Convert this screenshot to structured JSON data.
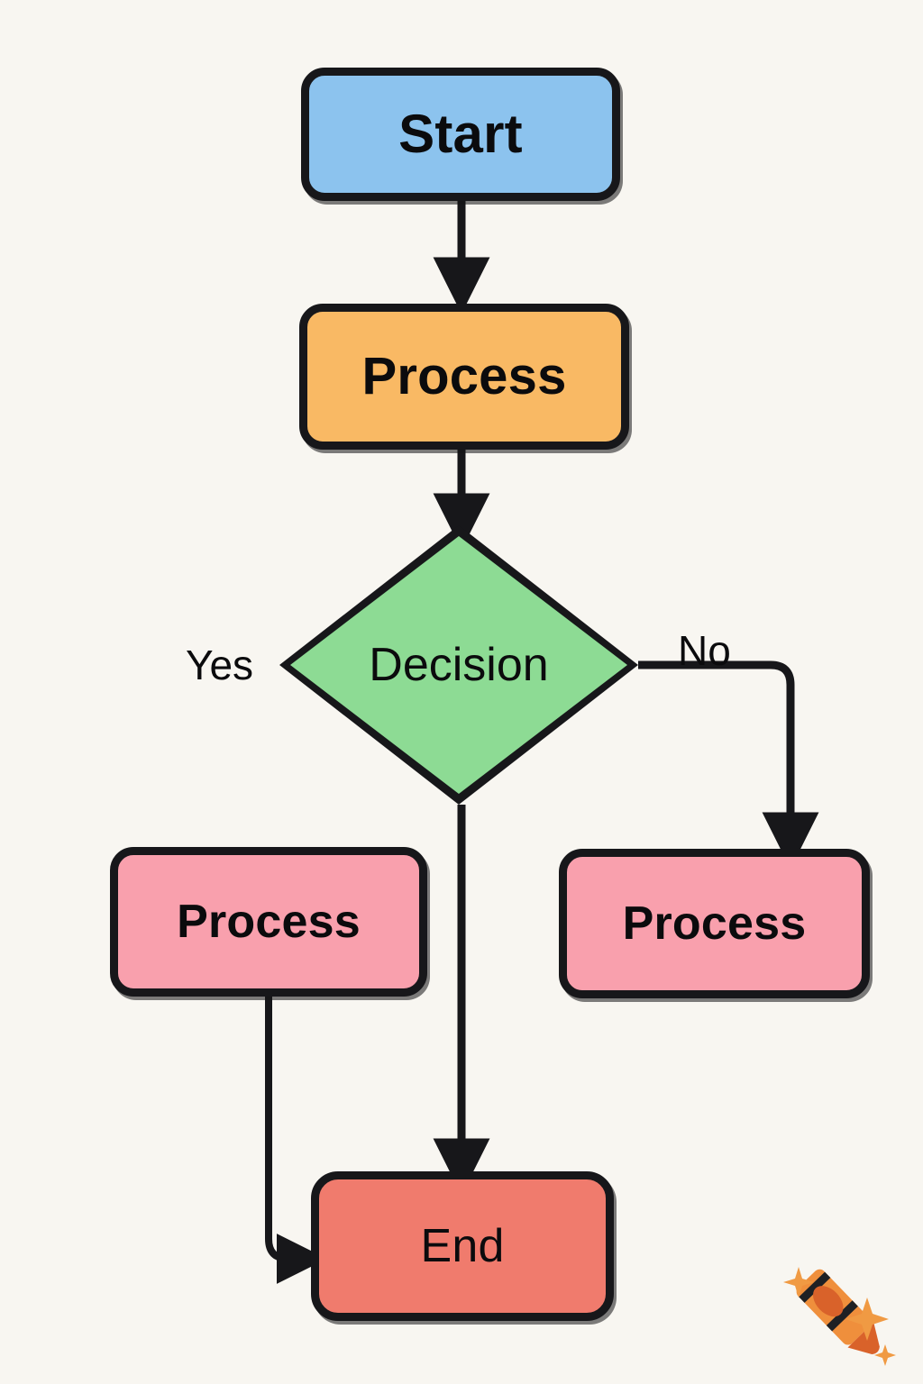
{
  "diagram": {
    "type": "flowchart",
    "background_color": "#f8f6f1",
    "stroke_color": "#17171a",
    "nodes": [
      {
        "id": "start",
        "label": "Start",
        "shape": "rounded-rectangle",
        "color": "#8cc3ee"
      },
      {
        "id": "process1",
        "label": "Process",
        "shape": "rounded-rectangle",
        "color": "#f9b964"
      },
      {
        "id": "decision",
        "label": "Decision",
        "shape": "diamond",
        "color": "#8ddb94"
      },
      {
        "id": "process2",
        "label": "Process",
        "shape": "rounded-rectangle",
        "color": "#f9a0ad"
      },
      {
        "id": "process3",
        "label": "Process",
        "shape": "rounded-rectangle",
        "color": "#f9a0ad"
      },
      {
        "id": "end",
        "label": "End",
        "shape": "rounded-rectangle",
        "color": "#f07b6d"
      }
    ],
    "edges": [
      {
        "from": "start",
        "to": "process1",
        "label": ""
      },
      {
        "from": "process1",
        "to": "decision",
        "label": ""
      },
      {
        "from": "decision",
        "to": "end",
        "label": ""
      },
      {
        "from": "decision",
        "to": "process3",
        "label": "No"
      },
      {
        "from": "process2",
        "to": "end",
        "label": ""
      }
    ],
    "edge_labels": {
      "yes": "Yes",
      "no": "No"
    }
  },
  "watermark": {
    "icon": "crayon-icon",
    "body_color": "#ef8f3c",
    "tip_color": "#d9622a",
    "band_color": "#1e2024",
    "sparkle_color": "#f09a43"
  }
}
